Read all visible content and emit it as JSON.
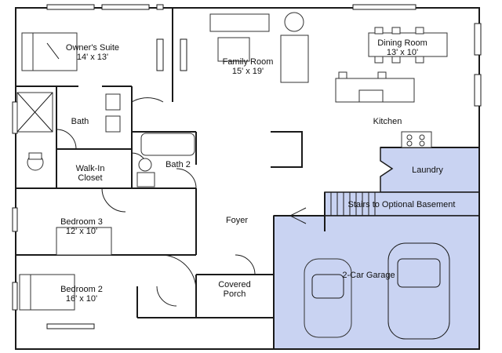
{
  "rooms": {
    "owners_suite": {
      "name": "Owner's Suite",
      "size": "14' x 13'"
    },
    "bath": {
      "name": "Bath"
    },
    "walk_in_closet": {
      "name": "Walk-In",
      "name2": "Closet"
    },
    "bath2": {
      "name": "Bath 2"
    },
    "bedroom3": {
      "name": "Bedroom 3",
      "size": "12' x 10'"
    },
    "bedroom2": {
      "name": "Bedroom 2",
      "size": "16' x 10'"
    },
    "family_room": {
      "name": "Family Room",
      "size": "15' x 19'"
    },
    "dining_room": {
      "name": "Dining Room",
      "size": "13' x 10'"
    },
    "kitchen": {
      "name": "Kitchen"
    },
    "laundry": {
      "name": "Laundry"
    },
    "stairs": {
      "name": "Stairs to Optional Basement"
    },
    "foyer": {
      "name": "Foyer"
    },
    "covered_porch": {
      "name": "Covered",
      "name2": "Porch"
    },
    "garage": {
      "name": "2-Car Garage"
    }
  },
  "colors": {
    "highlight": "#c9d3f2",
    "wall": "#1a1a1a"
  }
}
